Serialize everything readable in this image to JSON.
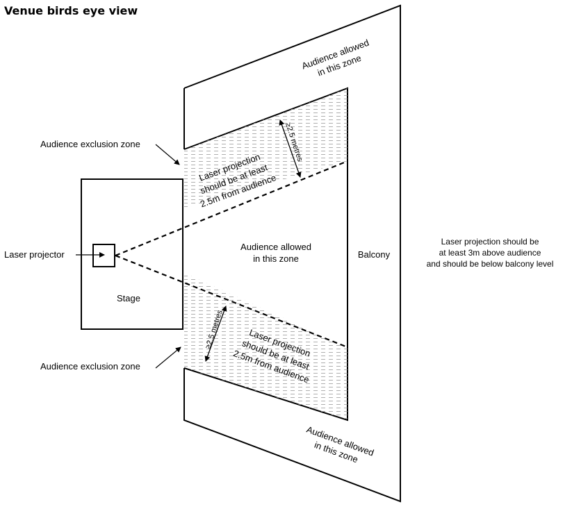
{
  "title": "Venue birds eye view",
  "labels": {
    "audience_top": [
      "Audience allowed",
      "in this zone"
    ],
    "audience_center": [
      "Audience allowed",
      "in this zone"
    ],
    "audience_bottom": [
      "Audience allowed",
      "in this zone"
    ],
    "balcony": "Balcony",
    "stage": "Stage",
    "laser_projector": "Laser projector",
    "exclusion_top": "Audience exclusion zone",
    "exclusion_bottom": "Audience exclusion zone",
    "laser_note_top": [
      "Laser projection",
      "should be at least",
      "2.5m from audience"
    ],
    "laser_note_bottom": [
      "Laser projection",
      "should be at least",
      "2.5m from audience"
    ],
    "distance_top": "≥2.5 metres",
    "distance_bottom": "≥2.5 metres",
    "side_note": [
      "Laser projection should be",
      "at least 3m above audience",
      "and should be below balcony level"
    ]
  },
  "colors": {
    "line": "#000000",
    "hatch": "#9a9a9a",
    "background": "#ffffff"
  }
}
